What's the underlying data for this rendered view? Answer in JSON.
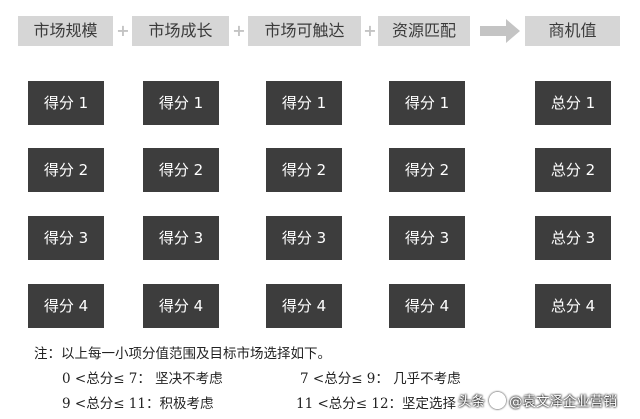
{
  "headers": [
    "市场规模",
    "市场成长",
    "市场可触达",
    "资源匹配",
    "商机值"
  ],
  "plus_sign": "+",
  "columns": [
    [
      "得分 1",
      "得分 2",
      "得分 3",
      "得分 4"
    ],
    [
      "得分 1",
      "得分 2",
      "得分 3",
      "得分 4"
    ],
    [
      "得分 1",
      "得分 2",
      "得分 3",
      "得分 4"
    ],
    [
      "得分 1",
      "得分 2",
      "得分 3",
      "得分 4"
    ],
    [
      "总分 1",
      "总分 2",
      "总分 3",
      "总分 4"
    ]
  ],
  "note": "注：以上每一小项分值范围及目标市场选择如下。",
  "rules": [
    "0 <总分≤ 7：  坚决不考虑",
    "7 <总分≤ 9：  几乎不考虑",
    "9 <总分≤ 11：积极考虑",
    "11 <总分≤ 12：坚定选择"
  ],
  "watermark": {
    "prefix": "头条",
    "name": "@袁文泽企业营销"
  },
  "colors": {
    "header_bg": "#d6d6d6",
    "box_bg": "#3d3d3d",
    "arrow": "#c4c4c4"
  }
}
